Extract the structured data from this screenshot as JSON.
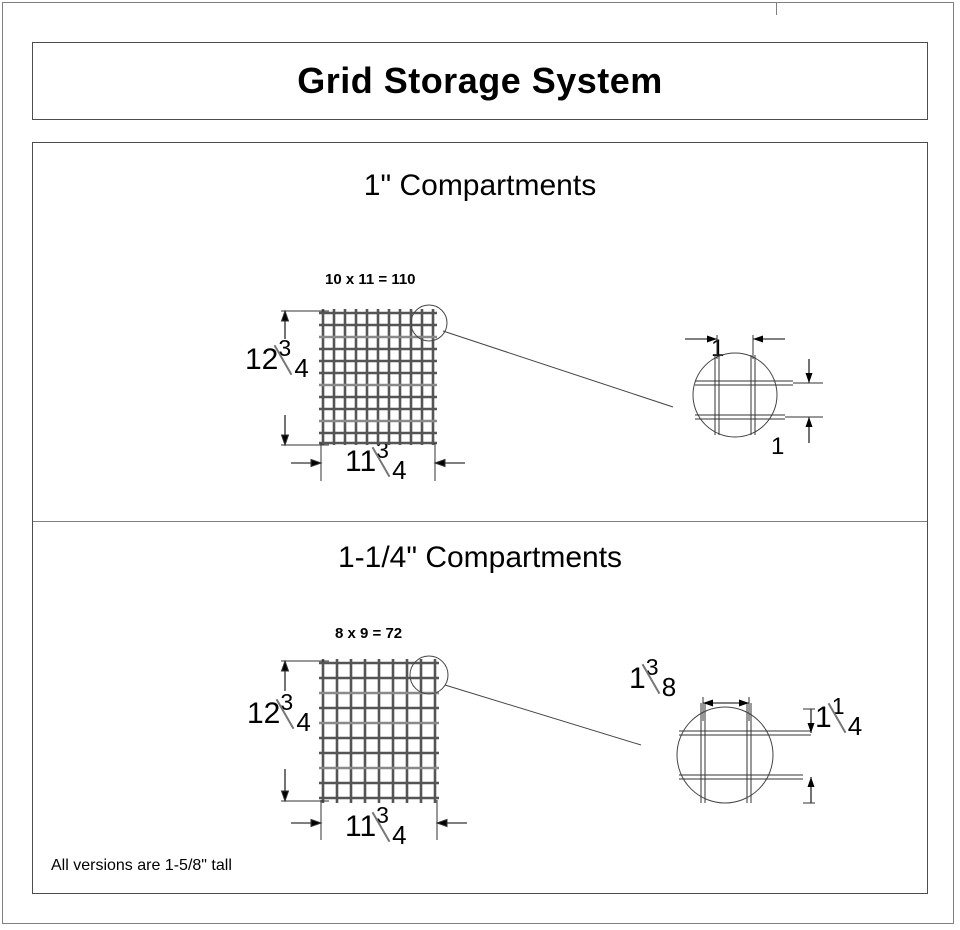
{
  "document": {
    "title": "Grid Storage System",
    "footer_note": "All versions are 1-5/8\" tall"
  },
  "sections": [
    {
      "heading": "1\" Compartments",
      "count_label": "10 x 11 = 110",
      "grid": {
        "columns": 10,
        "rows": 11
      },
      "dimensions": {
        "height": {
          "whole": "12",
          "numerator": "3",
          "denominator": "4",
          "text": "12 3/4"
        },
        "width": {
          "whole": "11",
          "numerator": "3",
          "denominator": "4",
          "text": "11 3/4"
        }
      },
      "detail": {
        "horizontal": "1",
        "vertical": "1"
      }
    },
    {
      "heading": "1-1/4\" Compartments",
      "count_label": "8 x 9 = 72",
      "grid": {
        "columns": 8,
        "rows": 9
      },
      "dimensions": {
        "height": {
          "whole": "12",
          "numerator": "3",
          "denominator": "4",
          "text": "12 3/4"
        },
        "width": {
          "whole": "11",
          "numerator": "3",
          "denominator": "4",
          "text": "11 3/4"
        }
      },
      "detail": {
        "horizontal": {
          "whole": "1",
          "numerator": "3",
          "denominator": "8",
          "text": "1 3/8"
        },
        "vertical": {
          "whole": "1",
          "numerator": "1",
          "denominator": "4",
          "text": "1 1/4"
        }
      }
    }
  ],
  "colors": {
    "grid_line": "#555555",
    "frame": "#808080",
    "box_border": "#4d4d4d",
    "text": "#000000"
  }
}
